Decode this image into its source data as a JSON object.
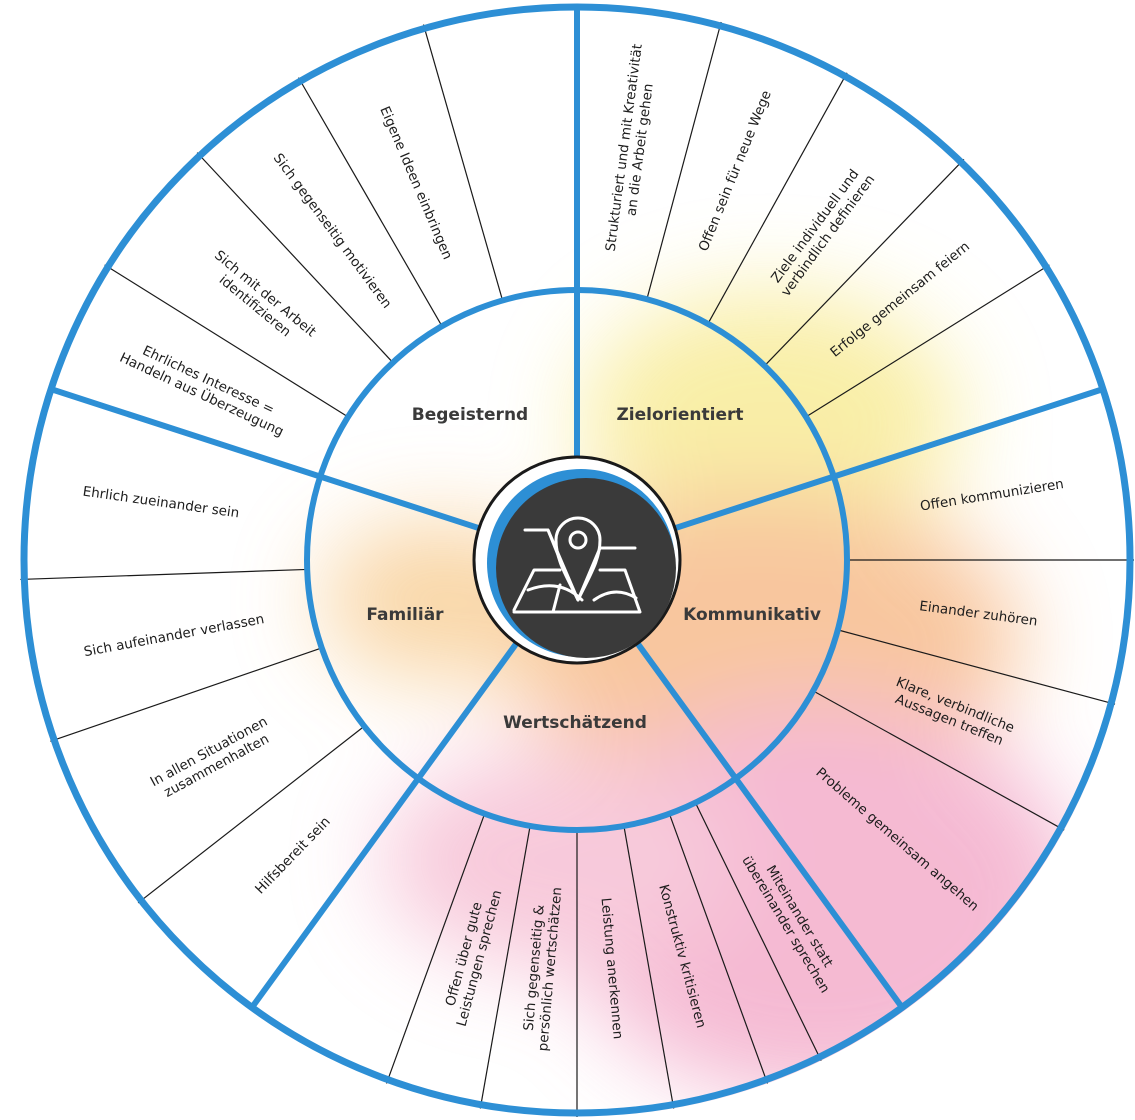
{
  "colors": {
    "ring": "#2d8fd5",
    "divider": "#1a1a1a",
    "center_fill": "#3a3a3a",
    "icon_stroke": "#ffffff",
    "wash_yellow": "#f7e98a",
    "wash_orange": "#f6b47e",
    "wash_pink": "#f2a3c4"
  },
  "center": {
    "icon": "map-pin-on-map-icon"
  },
  "categories": [
    {
      "id": "zielorientiert",
      "label": "Zielorientiert",
      "items": [
        [
          "Strukturiert und mit Kreativität",
          "an die Arbeit gehen"
        ],
        [
          "Offen sein für neue Wege"
        ],
        [
          "Ziele individuell und",
          "verbindlich definieren"
        ],
        [
          "Erfolge gemeinsam feiern"
        ]
      ]
    },
    {
      "id": "kommunikativ",
      "label": "Kommunikativ",
      "items": [
        [
          "Offen kommunizieren"
        ],
        [
          "Einander zuhören"
        ],
        [
          "Klare, verbindliche",
          "Aussagen treffen"
        ],
        [
          "Probleme gemeinsam angehen"
        ]
      ]
    },
    {
      "id": "wertschaetzend",
      "label": "Wertschätzend",
      "items": [
        [
          "Miteinander statt",
          "übereinander sprechen"
        ],
        [
          "Konstruktiv kritisieren"
        ],
        [
          "Leistung anerkennen"
        ],
        [
          "Sich gegenseitig &",
          "persönlich wertschätzen"
        ],
        [
          "Offen über gute",
          "Leistungen sprechen"
        ]
      ]
    },
    {
      "id": "familiaer",
      "label": "Familiär",
      "items": [
        [
          "Hilfsbereit sein"
        ],
        [
          "In allen Situationen",
          "zusammenhalten"
        ],
        [
          "Sich aufeinander verlassen"
        ],
        [
          "Ehrlich zueinander sein"
        ]
      ]
    },
    {
      "id": "begeisternd",
      "label": "Begeisternd",
      "items": [
        [
          "Ehrliches Interesse =",
          "Handeln aus Überzeugung"
        ],
        [
          "Sich mit der Arbeit",
          "identifizieren"
        ],
        [
          "Sich gegenseitig motivieren"
        ],
        [
          "Eigene Ideen einbringen"
        ]
      ]
    }
  ]
}
